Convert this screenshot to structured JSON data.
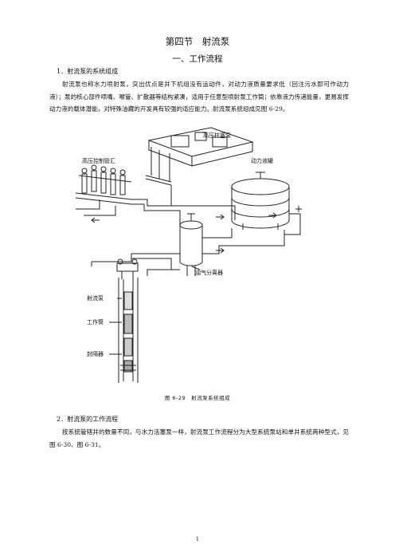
{
  "section_title": "第四节　射流泵",
  "sub_title": "一、工作流程",
  "h1": "1．射流泵的系统组成",
  "p1": "射流泵也称水力喷射泵，突出优点是井下机组没有运动件，对动力液质量要求低（回注污水即可作动力液）；泵的核心部件喷嘴、喉管、扩散器等结构紧凑，适用于任意型喷射泵工作筒；依靠液力传递能量，更易发挥动力液的载体潜能，对特殊油藏的开发具有较强的适应能力。射流泵系统组成见图 6-29。",
  "figure": {
    "labels": {
      "pump": "高压柱塞泵",
      "manifold": "高压控制管汇",
      "tank": "动力液罐",
      "separator": "油气分离器",
      "jet_pump": "射流泵",
      "work_barrel": "工作筒",
      "packer": "封隔器"
    }
  },
  "caption": "图 6-29　射流泵系统组成",
  "h2": "2．射流泵的工作流程",
  "p2": "按系统管辖井的数量不同，与水力活塞泵一样，射流泵工作流程分为大型系统泵站和单井系统两种型式，见图 6-30、图 6-31。",
  "page_number": "1"
}
